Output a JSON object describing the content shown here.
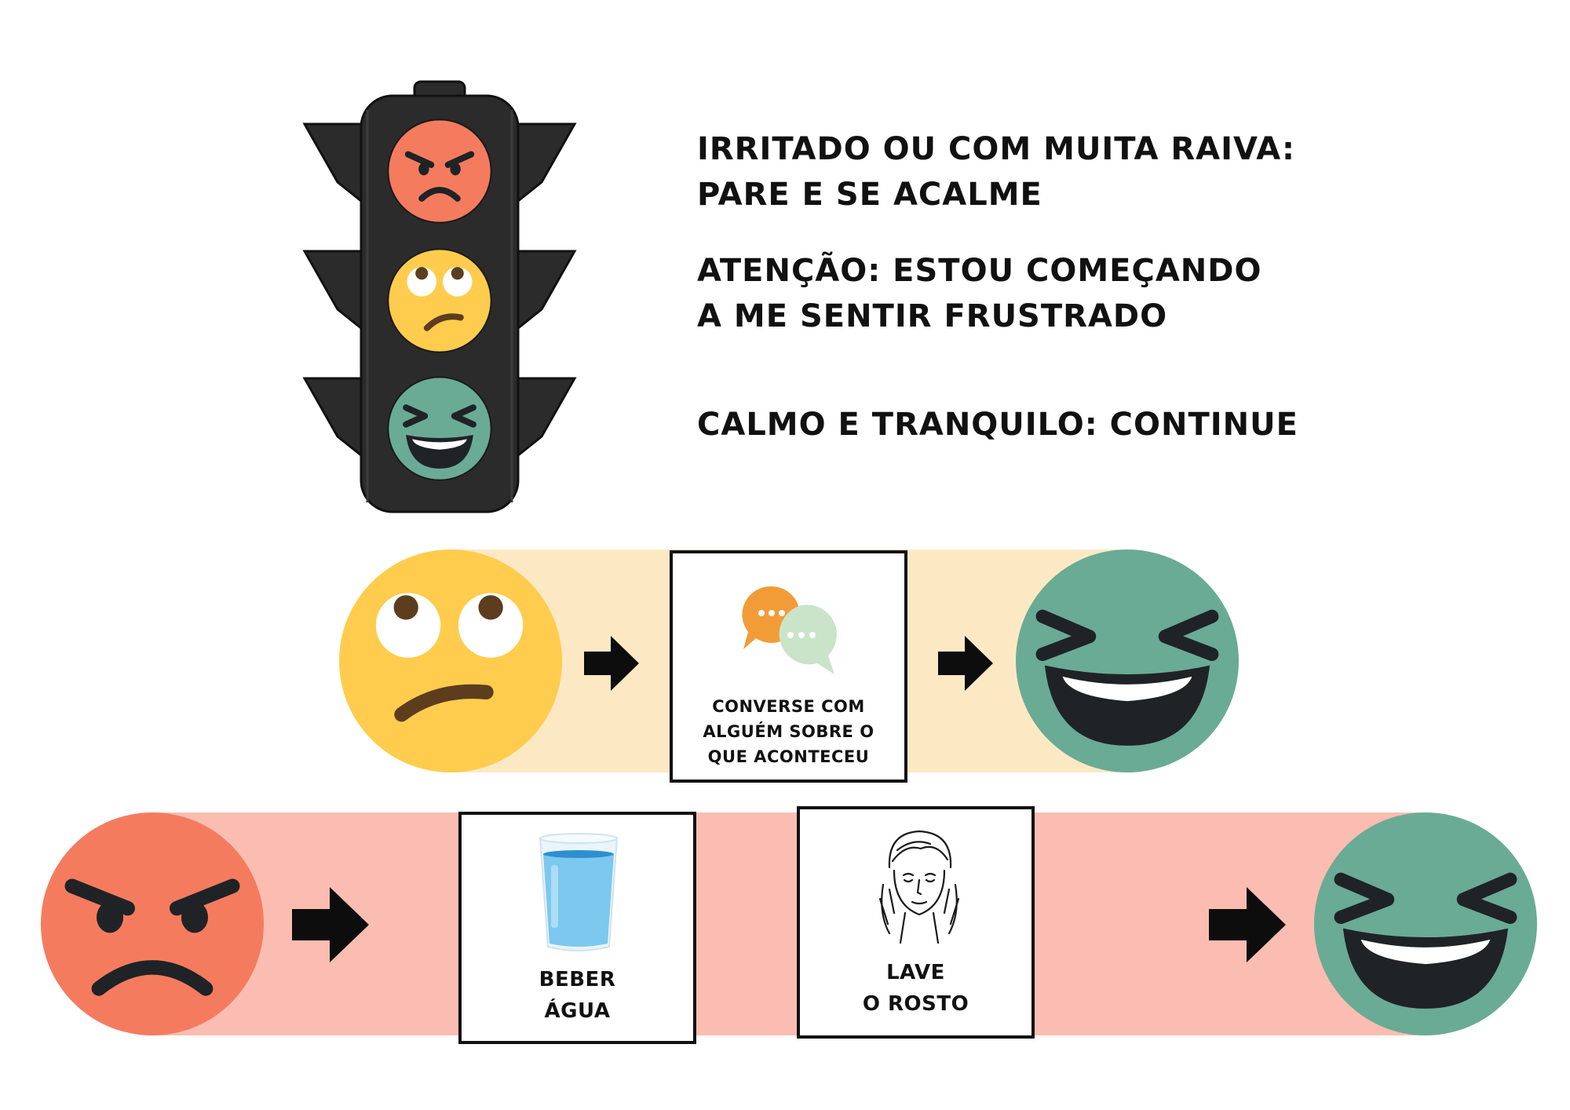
{
  "legend": {
    "red_line1": "IRRITADO OU COM MUITA RAIVA:",
    "red_line2": "PARE E SE ACALME",
    "yellow_line1": "ATENÇÃO: ESTOU COMEÇANDO",
    "yellow_line2": "A ME SENTIR FRUSTRADO",
    "green_line1": "CALMO E TRANQUILO: CONTINUE"
  },
  "yellow_path": {
    "strategy_line1": "CONVERSE COM",
    "strategy_line2": "ALGUÉM SOBRE O",
    "strategy_line3": "QUE ACONTECEU"
  },
  "red_path": {
    "strategy1_line1": "BEBER",
    "strategy1_line2": "ÁGUA",
    "strategy2_line1": "LAVE",
    "strategy2_line2": "O ROSTO"
  },
  "colors": {
    "red": "#F57B5F",
    "yellow": "#FFCC4D",
    "green": "#6AAB95",
    "yellow_band": "#FCE9C4",
    "red_band": "#FBBDB1",
    "traffic_light": "#2B2B2B"
  }
}
